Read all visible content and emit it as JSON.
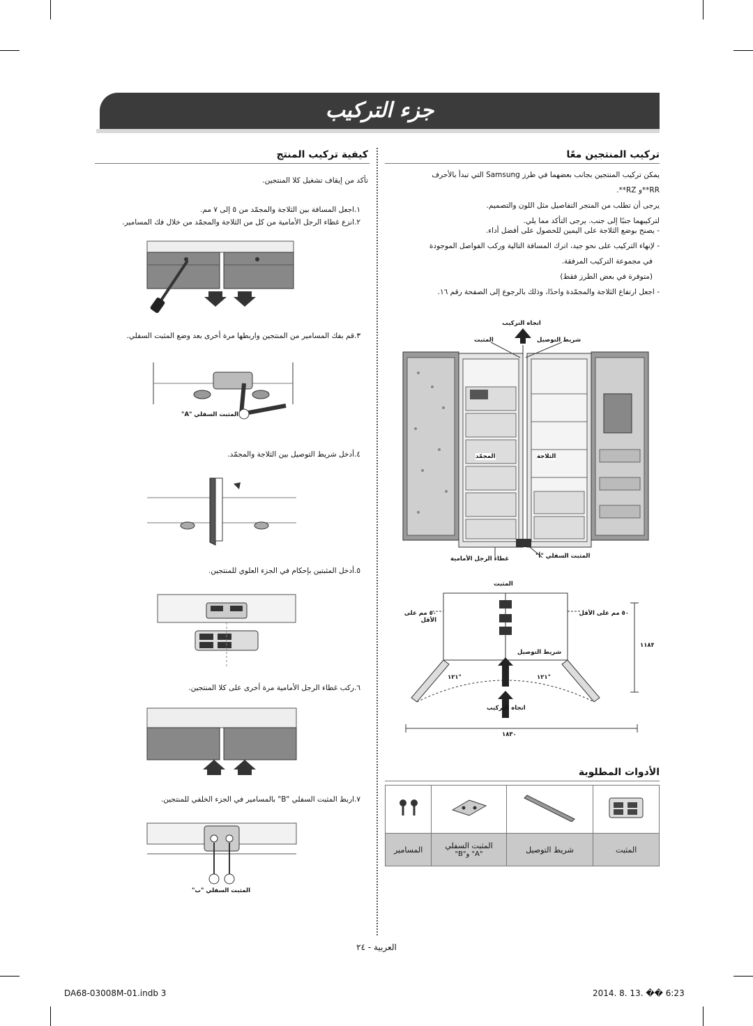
{
  "header": {
    "title": "جزء التركيب"
  },
  "right_column": {
    "heading": "تركيب المنتجين معًا",
    "intro_1": "يمكن تركيب المنتجين بجانب بعضهما في طرز Samsung التي تبدأ بالأحرف",
    "intro_2": "RR**و RZ**.",
    "intro_3": "يرجى أن تطلب من المتجر التفاصيل مثل اللون والتصميم.",
    "intro_4": "لتركيبهما جنبًا إلى جنب. يرجى التأكد مما يلي.",
    "bullets": [
      "يصنح بوضع الثلاجة على اليمين للحصول على أفضل أداء.",
      "لإنهاء التركيب على نحو جيد، اترك المسافة التالية وركب الفواصل الموجودة",
      "في مجموعة التركيب المرفقة.",
      "(متوفرة في بعض الطرز فقط)",
      "اجعل ارتفاع الثلاجة والمجمّدة واحدًا، وذلك بالرجوع إلى الصفحة رقم ١٦."
    ],
    "diagram1_labels": {
      "direction": "اتجاه التركيب",
      "fixer": "المثبت",
      "strip": "شريط التوصيل",
      "freezer": "المجمّد",
      "fridge": "الثلاجة",
      "front_cover": "غطاء الرجل الأمامية",
      "bottom_fixer": "المثبت السفلي \"أ\""
    },
    "diagram2_labels": {
      "fixer": "المثبت",
      "min50_right": "٥٠ مم على الأقل",
      "min50_left": "٥٠ مم على الأقل",
      "strip": "شريط التوصيل",
      "angle_left": "١٢١°",
      "angle_right": "١٢١°",
      "direction": "اتجاه التركيب",
      "width": "١٨٣٠",
      "height": "١١٨٣"
    },
    "accessories_heading": "الأدوات المطلوبة",
    "accessories": [
      {
        "label": "المثبت"
      },
      {
        "label": "شريط التوصيل"
      },
      {
        "label": "المثبت السفلي",
        "sub": "\"A\" و\"B\""
      },
      {
        "label": "المسامير"
      }
    ]
  },
  "left_column": {
    "heading": "كيفية تركيب المنتج",
    "intro": "تأكد من إيقاف تشغيل كلا المنتجين.",
    "steps": [
      {
        "n": "١.",
        "text": "اجعل المسافة بين الثلاجة والمجمّد من ٥ إلى ٧ مم."
      },
      {
        "n": "٢.",
        "text": "انزع غطاء الرجل الأمامية من كل من الثلاجة والمجمّد من خلال فك المسامير."
      },
      {
        "n": "٣.",
        "text": "قم بفك المسامير من المنتجين واربطها مرة أخرى بعد وضع المثبت السفلي."
      },
      {
        "n": "٤.",
        "text": "أدخل شريط التوصيل بين الثلاجة والمجمّد."
      },
      {
        "n": "٥.",
        "text": "أدخل المثبتين بإحكام في الجزء العلوي للمنتجين."
      },
      {
        "n": "٦.",
        "text": "ركب غطاء الرجل الأمامية مرة أخرى على كلا المنتجين."
      },
      {
        "n": "٧.",
        "text": "اربط المثبت السفلي \"B\" بالمسامير في الجزء الخلفي للمنتجين."
      }
    ],
    "fig3_label": "المثبت السفلي \"A\"",
    "fig7_label": "المثبت السفلي \"ب\""
  },
  "page_number": "العربية - ٢٤",
  "footer": {
    "file": "DA68-03008M-01.indb   3",
    "date": "2014. 8. 13.   �� 6:23"
  }
}
